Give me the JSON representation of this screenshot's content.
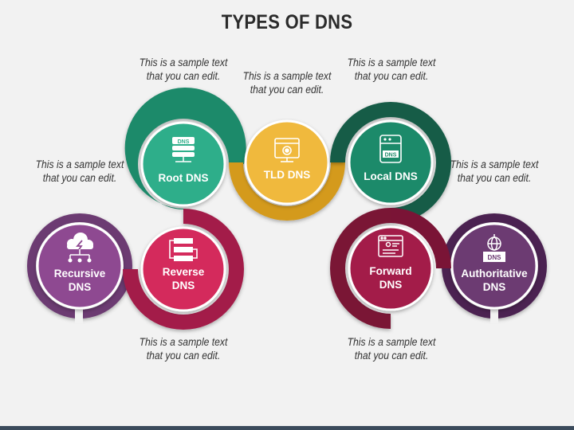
{
  "title": "TYPES OF DNS",
  "captions": {
    "top_left": "This is a sample text that you can edit.",
    "top_center": "This is a sample text that you can edit.",
    "top_right": "This is a sample text that you can edit.",
    "mid_left": "This is a sample text that you can edit.",
    "mid_right": "This is a sample text that you can edit.",
    "bottom_left": "This is a sample text that you can edit.",
    "bottom_right": "This is a sample text that you can edit."
  },
  "nodes": {
    "recursive": {
      "line1": "Recursive",
      "line2": "DNS",
      "icon": "cloud-network-icon",
      "color": "#8e4a91"
    },
    "reverse": {
      "line1": "Reverse",
      "line2": "DNS",
      "icon": "flowchart-icon",
      "color": "#d42a5c"
    },
    "root": {
      "line1": "Root DNS",
      "icon": "dns-server-icon",
      "color": "#2fae8a"
    },
    "tld": {
      "line1": "TLD DNS",
      "icon": "browser-settings-icon",
      "color": "#f0b93e"
    },
    "local": {
      "line1": "Local DNS",
      "icon": "dns-database-icon",
      "color": "#1f8a6a"
    },
    "forward": {
      "line1": "Forward",
      "line2": "DNS",
      "icon": "browser-form-icon",
      "color": "#a31c48"
    },
    "authoritative": {
      "line1": "Authoritative",
      "line2": "DNS",
      "icon": "dns-globe-icon",
      "color": "#6c3a72"
    }
  },
  "icon_labels": {
    "root": "DNS",
    "local": "DNS",
    "authoritative": "DNS"
  }
}
